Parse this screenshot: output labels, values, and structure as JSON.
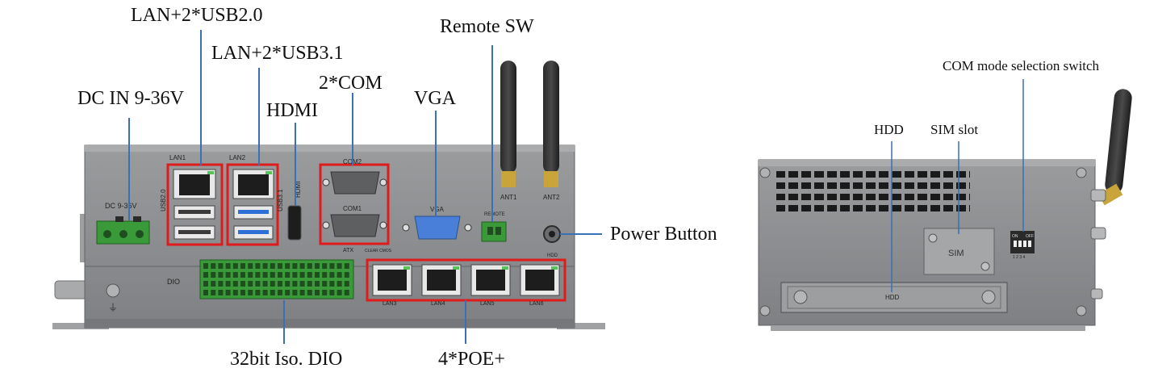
{
  "front_callouts": {
    "lan_usb20": "LAN+2*USB2.0",
    "remote_sw": "Remote SW",
    "lan_usb31": "LAN+2*USB3.1",
    "two_com": "2*COM",
    "dc_in": "DC IN 9-36V",
    "vga": "VGA",
    "hdmi": "HDMI",
    "power_button": "Power Button",
    "dio": "32bit Iso. DIO",
    "poe": "4*POE+"
  },
  "rear_callouts": {
    "com_mode": "COM mode selection switch",
    "hdd": "HDD",
    "sim_slot": "SIM slot"
  },
  "front_panel_silkscreen": {
    "lan1": "LAN1",
    "lan2": "LAN2",
    "usb20": "USB2.0",
    "usb31": "USB3.1",
    "hdmi": "HDMI",
    "com2": "COM2",
    "com1": "COM1",
    "vga": "VGA",
    "remote": "REMOTE",
    "dc": "DC  9-36V",
    "dio": "DIO",
    "ant1": "ANT1",
    "ant2": "ANT2",
    "lan3": "LAN3",
    "lan4": "LAN4",
    "lan5": "LAN5",
    "lan6": "LAN6",
    "atx": "ATX",
    "clr_cmos": "CLEAR CMOS",
    "hdd_led": "HDD"
  },
  "rear_panel_silkscreen": {
    "sim": "SIM",
    "hdd": "HDD",
    "on": "ON",
    "off": "OFF",
    "dip_numbers": "1 2 3 4"
  },
  "colors": {
    "chassis": "#8c8e90",
    "chassis_dark": "#55585b",
    "highlight_box": "#e01b1b",
    "leader_line": "#3b6fb6",
    "terminal_green": "#3a9a3a",
    "usb3_blue": "#2d6fd6",
    "vga_blue": "#4a7fd9"
  }
}
